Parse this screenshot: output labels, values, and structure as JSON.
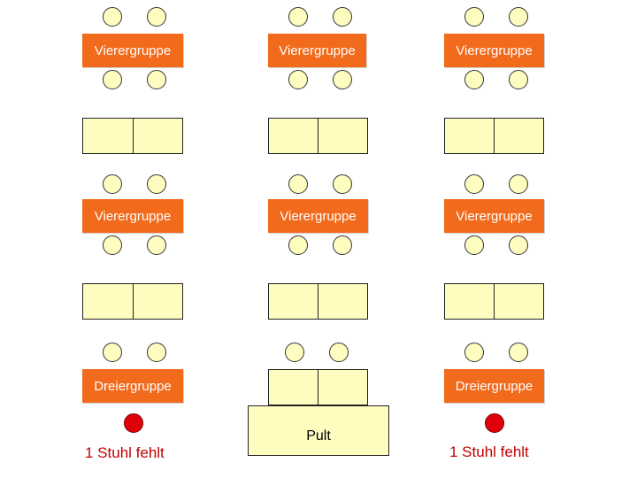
{
  "colors": {
    "group_fill": "#f26a1b",
    "chair_fill": "#fffcc0",
    "desk_fill": "#fffcc0",
    "missing_chair_fill": "#e0000a",
    "note_text": "#c00000"
  },
  "groups": [
    {
      "label": "Vierergruppe"
    },
    {
      "label": "Vierergruppe"
    },
    {
      "label": "Vierergruppe"
    },
    {
      "label": "Vierergruppe"
    },
    {
      "label": "Vierergruppe"
    },
    {
      "label": "Vierergruppe"
    },
    {
      "label": "Dreiergruppe"
    },
    {
      "label": "Dreiergruppe"
    }
  ],
  "teacher_desk": {
    "label": "Pult"
  },
  "notes": [
    {
      "text": "1 Stuhl fehlt"
    },
    {
      "text": "1 Stuhl fehlt"
    }
  ]
}
